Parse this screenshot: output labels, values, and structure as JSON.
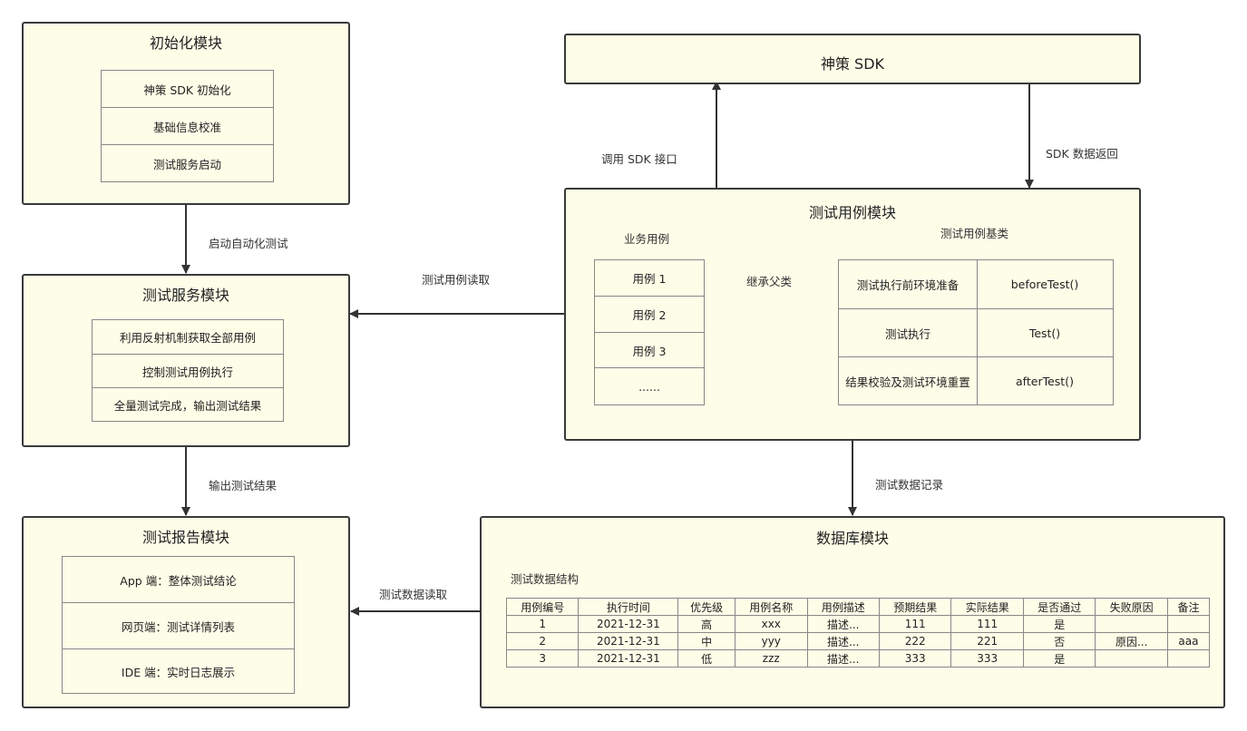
{
  "init_module": {
    "title": "初始化模块",
    "items": [
      "神策 SDK 初始化",
      "基础信息校准",
      "测试服务启动"
    ]
  },
  "service_module": {
    "title": "测试服务模块",
    "items": [
      "利用反射机制获取全部用例",
      "控制测试用例执行",
      "全量测试完成，输出测试结果"
    ]
  },
  "report_module": {
    "title": "测试报告模块",
    "items": [
      "App 端：整体测试结论",
      "网页端：测试详情列表",
      "IDE 端：实时日志展示"
    ]
  },
  "sdk_module": {
    "title": "神策 SDK"
  },
  "case_module": {
    "title": "测试用例模块",
    "business_title": "业务用例",
    "business_cases": [
      "用例 1",
      "用例 2",
      "用例 3",
      "......"
    ],
    "inherit_label": "继承父类",
    "base_title": "测试用例基类",
    "base_rows": [
      {
        "name": "测试执行前环境准备",
        "method": "beforeTest()"
      },
      {
        "name": "测试执行",
        "method": "Test()"
      },
      {
        "name": "结果校验及测试环境重置",
        "method": "afterTest()"
      }
    ]
  },
  "db_module": {
    "title": "数据库模块",
    "subtitle": "测试数据结构",
    "columns": [
      "用例编号",
      "执行时间",
      "优先级",
      "用例名称",
      "用例描述",
      "预期结果",
      "实际结果",
      "是否通过",
      "失败原因",
      "备注"
    ],
    "rows": [
      [
        "1",
        "2021-12-31",
        "高",
        "xxx",
        "描述...",
        "111",
        "111",
        "是",
        "",
        ""
      ],
      [
        "2",
        "2021-12-31",
        "中",
        "yyy",
        "描述...",
        "222",
        "221",
        "否",
        "原因...",
        "aaa"
      ],
      [
        "3",
        "2021-12-31",
        "低",
        "zzz",
        "描述...",
        "333",
        "333",
        "是",
        "",
        ""
      ]
    ]
  },
  "arrows": {
    "start_auto_test": "启动自动化测试",
    "output_results": "输出测试结果",
    "read_cases": "测试用例读取",
    "call_sdk": "调用 SDK 接口",
    "sdk_return": "SDK 数据返回",
    "record_data": "测试数据记录",
    "read_data": "测试数据读取"
  }
}
